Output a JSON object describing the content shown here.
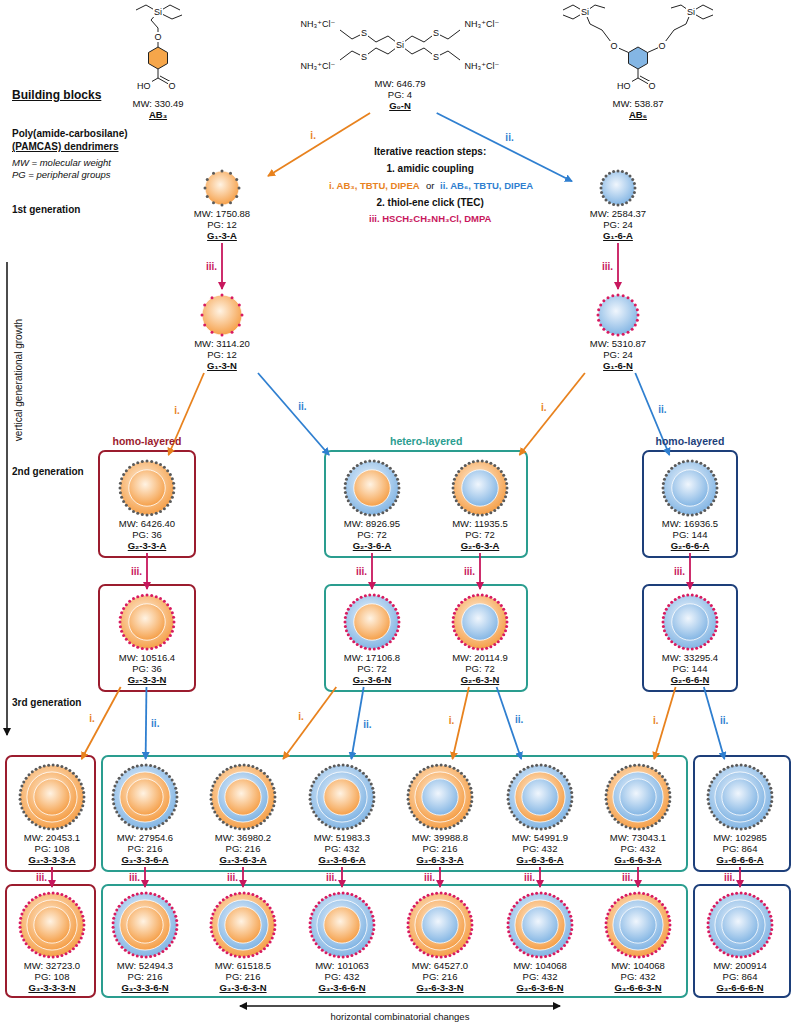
{
  "diagram": {
    "nodes": [
      {
        "text": [
          "MW: 330.49",
          "AB₃"
        ]
      },
      {
        "text": [
          "MW: 646.79",
          "PG: 4",
          "G₀-N"
        ]
      },
      {
        "text": [
          "MW: 538.87",
          "AB₆"
        ]
      },
      {
        "text": [
          "MW: 1750.88",
          "PG: 12",
          "G₁-3-A"
        ]
      },
      {
        "text": [
          "MW: 2584.37",
          "PG: 24",
          "G₁-6-A"
        ]
      },
      {
        "text": [
          "MW: 3114.20",
          "PG: 12",
          "G₁-3-N"
        ]
      },
      {
        "text": [
          "MW: 5310.87",
          "PG: 24",
          "G₁-6-N"
        ]
      },
      {
        "text": [
          "MW: 6426.40",
          "PG: 36",
          "G₂-3-3-A"
        ]
      },
      {
        "text": [
          "MW: 8926.95",
          "PG: 72",
          "G₂-3-6-A"
        ]
      },
      {
        "text": [
          "MW: 11935.5",
          "PG: 72",
          "G₂-6-3-A"
        ]
      },
      {
        "text": [
          "MW: 16936.5",
          "PG: 144",
          "G₂-6-6-A"
        ]
      },
      {
        "text": [
          "MW: 10516.4",
          "PG: 36",
          "G₂-3-3-N"
        ]
      },
      {
        "text": [
          "MW: 17106.8",
          "PG: 72",
          "G₂-3-6-N"
        ]
      },
      {
        "text": [
          "MW: 20114.9",
          "PG: 72",
          "G₂-6-3-N"
        ]
      },
      {
        "text": [
          "MW: 33295.4",
          "PG: 144",
          "G₂-6-6-N"
        ]
      },
      {
        "text": [
          "MW: 20453.1",
          "PG: 108",
          "G₃-3-3-3-A"
        ]
      },
      {
        "text": [
          "MW: 27954.6",
          "PG: 216",
          "G₃-3-3-6-A"
        ]
      },
      {
        "text": [
          "MW: 36980.2",
          "PG: 216",
          "G₃-3-6-3-A"
        ]
      },
      {
        "text": [
          "MW: 51983.3",
          "PG: 432",
          "G₃-3-6-6-A"
        ]
      },
      {
        "text": [
          "MW: 39988.8",
          "PG: 216",
          "G₃-6-3-3-A"
        ]
      },
      {
        "text": [
          "MW: 54991.9",
          "PG: 432",
          "G₃-6-3-6-A"
        ]
      },
      {
        "text": [
          "MW: 73043.1",
          "PG: 432",
          "G₃-6-6-3-A"
        ]
      },
      {
        "text": [
          "MW: 102985",
          "PG: 864",
          "G₃-6-6-6-A"
        ]
      },
      {
        "text": [
          "MW: 32723.0",
          "PG: 108",
          "G₃-3-3-3-N"
        ]
      },
      {
        "text": [
          "MW: 52494.3",
          "PG: 216",
          "G₃-3-3-6-N"
        ]
      },
      {
        "text": [
          "MW: 61518.5",
          "PG: 216",
          "G₃-3-6-3-N"
        ]
      },
      {
        "text": [
          "MW: 101063",
          "PG: 432",
          "G₃-3-6-6-N"
        ]
      },
      {
        "text": [
          "MW: 64527.0",
          "PG: 216",
          "G₃-6-3-3-N"
        ]
      },
      {
        "text": [
          "MW: 104068",
          "PG: 432",
          "G₃-6-3-6-N"
        ]
      },
      {
        "text": [
          "MW: 104068",
          "PG: 432",
          "G₃-6-6-3-N"
        ]
      },
      {
        "text": [
          "MW: 200914",
          "PG: 864",
          "G₃-6-6-6-N"
        ]
      }
    ],
    "edges": [
      {
        "from": 1,
        "to": 3,
        "label": "i.",
        "arrow": "to"
      },
      {
        "from": 1,
        "to": 4,
        "label": "ii.",
        "arrow": "to"
      },
      {
        "from": 3,
        "to": 5,
        "label": "iii.",
        "arrow": "to"
      },
      {
        "from": 4,
        "to": 6,
        "label": "iii.",
        "arrow": "to"
      },
      {
        "from": 5,
        "to": 7,
        "label": "i.",
        "arrow": "to"
      },
      {
        "from": 5,
        "to": 8,
        "label": "ii.",
        "arrow": "to"
      },
      {
        "from": 6,
        "to": 9,
        "label": "i.",
        "arrow": "to"
      },
      {
        "from": 6,
        "to": 10,
        "label": "ii.",
        "arrow": "to"
      },
      {
        "from": 7,
        "to": 11,
        "label": "iii.",
        "arrow": "to"
      },
      {
        "from": 8,
        "to": 12,
        "label": "iii.",
        "arrow": "to"
      },
      {
        "from": 9,
        "to": 13,
        "label": "iii.",
        "arrow": "to"
      },
      {
        "from": 10,
        "to": 14,
        "label": "iii.",
        "arrow": "to"
      },
      {
        "from": 11,
        "to": 15,
        "label": "i.",
        "arrow": "to"
      },
      {
        "from": 11,
        "to": 16,
        "label": "ii.",
        "arrow": "to"
      },
      {
        "from": 12,
        "to": 17,
        "label": "i.",
        "arrow": "to"
      },
      {
        "from": 12,
        "to": 18,
        "label": "ii.",
        "arrow": "to"
      },
      {
        "from": 13,
        "to": 19,
        "label": "i.",
        "arrow": "to"
      },
      {
        "from": 13,
        "to": 20,
        "label": "ii.",
        "arrow": "to"
      },
      {
        "from": 14,
        "to": 21,
        "label": "i.",
        "arrow": "to"
      },
      {
        "from": 14,
        "to": 22,
        "label": "ii.",
        "arrow": "to"
      },
      {
        "from": 15,
        "to": 23,
        "label": "iii.",
        "arrow": "to"
      },
      {
        "from": 16,
        "to": 24,
        "label": "iii.",
        "arrow": "to"
      },
      {
        "from": 17,
        "to": 25,
        "label": "iii.",
        "arrow": "to"
      },
      {
        "from": 18,
        "to": 26,
        "label": "iii.",
        "arrow": "to"
      },
      {
        "from": 19,
        "to": 27,
        "label": "iii.",
        "arrow": "to"
      },
      {
        "from": 20,
        "to": 28,
        "label": "iii.",
        "arrow": "to"
      },
      {
        "from": 21,
        "to": 29,
        "label": "iii.",
        "arrow": "to"
      },
      {
        "from": 22,
        "to": 30,
        "label": "iii.",
        "arrow": "to"
      }
    ],
    "labels": [
      "Building blocks",
      "Poly(amide-carbosilane)",
      "(PAMCAS) dendrimers",
      "MW = molecular weight",
      "PG = peripheral groups",
      "1st generation",
      "Iterative reaction steps:",
      "1. amidic coupling",
      "i. AB₃, TBTU, DIPEA",
      "or",
      "ii. AB₆, TBTU, DIPEA",
      "2. thiol-ene click (TEC)",
      "iii. HSCH₂CH₂NH₃Cl, DMPA",
      "vertical generational growth",
      "2nd generation",
      "homo-layered",
      "hetero-layered",
      "homo-layered",
      "3rd generation",
      "horizontal combinatorial changes",
      "Si",
      "O",
      "HO",
      "O",
      "NH₃⁺Cl⁻",
      "NH₃⁺Cl⁻",
      "S",
      "S",
      "Si",
      "S",
      "S",
      "NH₃⁺Cl⁻",
      "NH₃⁺Cl⁻",
      "Si",
      "Si",
      "O",
      "O",
      "HO",
      "O"
    ]
  }
}
